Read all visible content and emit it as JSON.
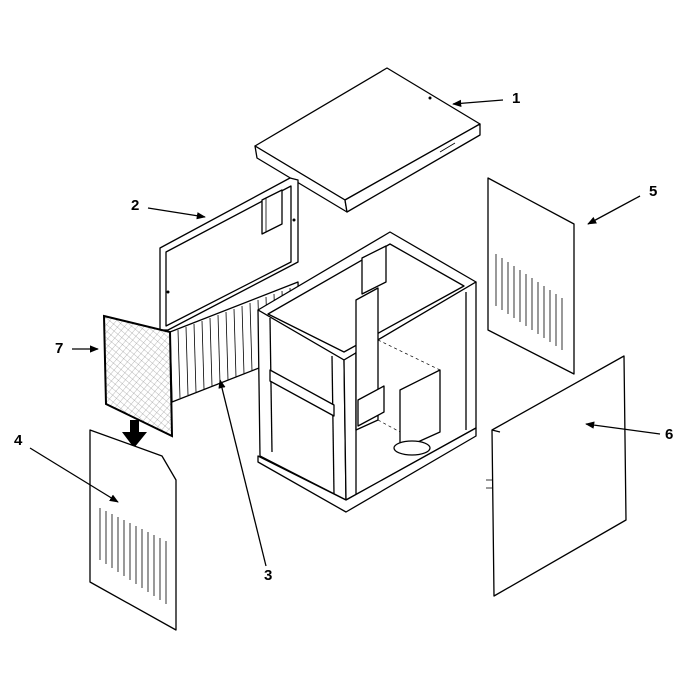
{
  "callouts": [
    {
      "id": "1",
      "label": "1"
    },
    {
      "id": "2",
      "label": "2"
    },
    {
      "id": "3",
      "label": "3"
    },
    {
      "id": "4",
      "label": "4"
    },
    {
      "id": "5",
      "label": "5"
    },
    {
      "id": "6",
      "label": "6"
    },
    {
      "id": "7",
      "label": "7"
    }
  ],
  "parts": {
    "top": "top-panel",
    "front_upper": "front-upper-panel",
    "front_grille": "front-grille",
    "front_lower": "front-lower-panel",
    "right_side": "right-side-panel",
    "left_side": "left-side-panel",
    "filter": "air-filter"
  }
}
